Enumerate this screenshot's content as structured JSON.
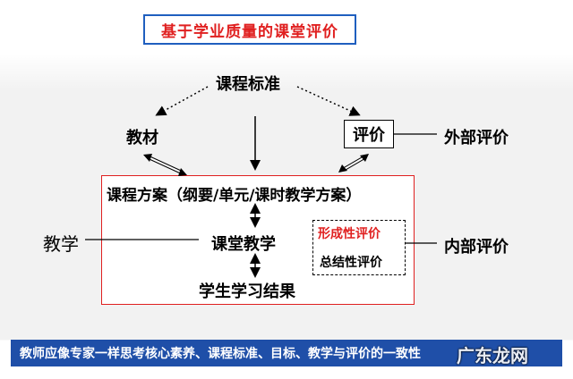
{
  "title": "基于学业质量的课堂评价",
  "nodes": {
    "standard": "课程标准",
    "materials": "教材",
    "evaluation": "评价",
    "external_eval": "外部评价",
    "plan": "课程方案（纲要/单元/课时教学方案）",
    "teaching": "教学",
    "classroom_teaching": "课堂教学",
    "formative": "形成性评价",
    "summative": "总结性评价",
    "internal_eval": "内部评价",
    "learning_results": "学生学习结果"
  },
  "banner": "教师应像专家一样思考核心素养、课程标准、目标、教学与评价的一致性",
  "watermark": "广东龙网",
  "colors": {
    "title": "#e02020",
    "banner": "#1f4fa8",
    "main_box_border": "#e02020"
  }
}
